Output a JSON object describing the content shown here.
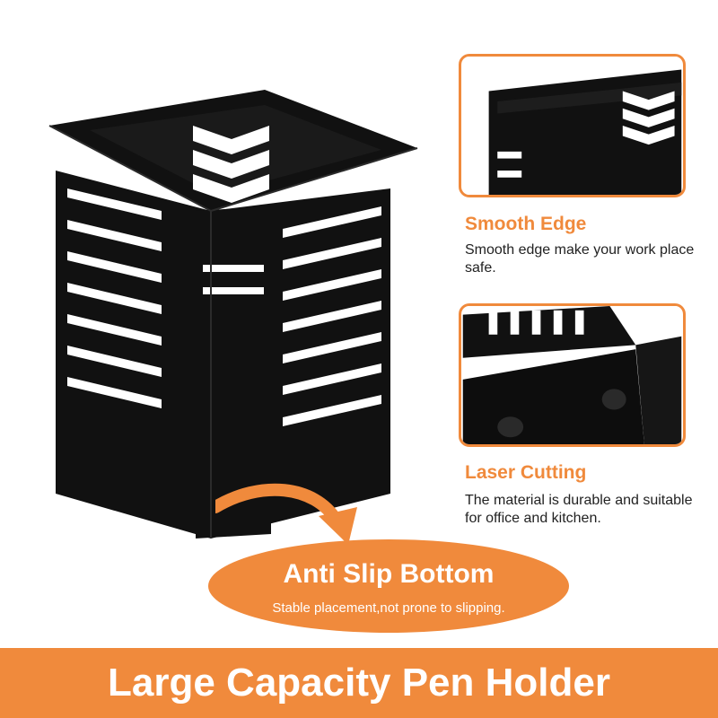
{
  "features": [
    {
      "title": "Smooth Edge",
      "description": "Smooth edge make your work place safe."
    },
    {
      "title": "Laser Cutting",
      "description": "The material is durable and suitable for office and kitchen."
    }
  ],
  "callout": {
    "title": "Anti Slip Bottom",
    "subtitle": "Stable placement,not prone to slipping."
  },
  "banner": {
    "title": "Large Capacity Pen Holder"
  },
  "colors": {
    "accent": "#f08a3c",
    "product": "#111111",
    "text": "#222222"
  },
  "icons": {
    "callout_arrow": "curved-arrow-icon"
  }
}
